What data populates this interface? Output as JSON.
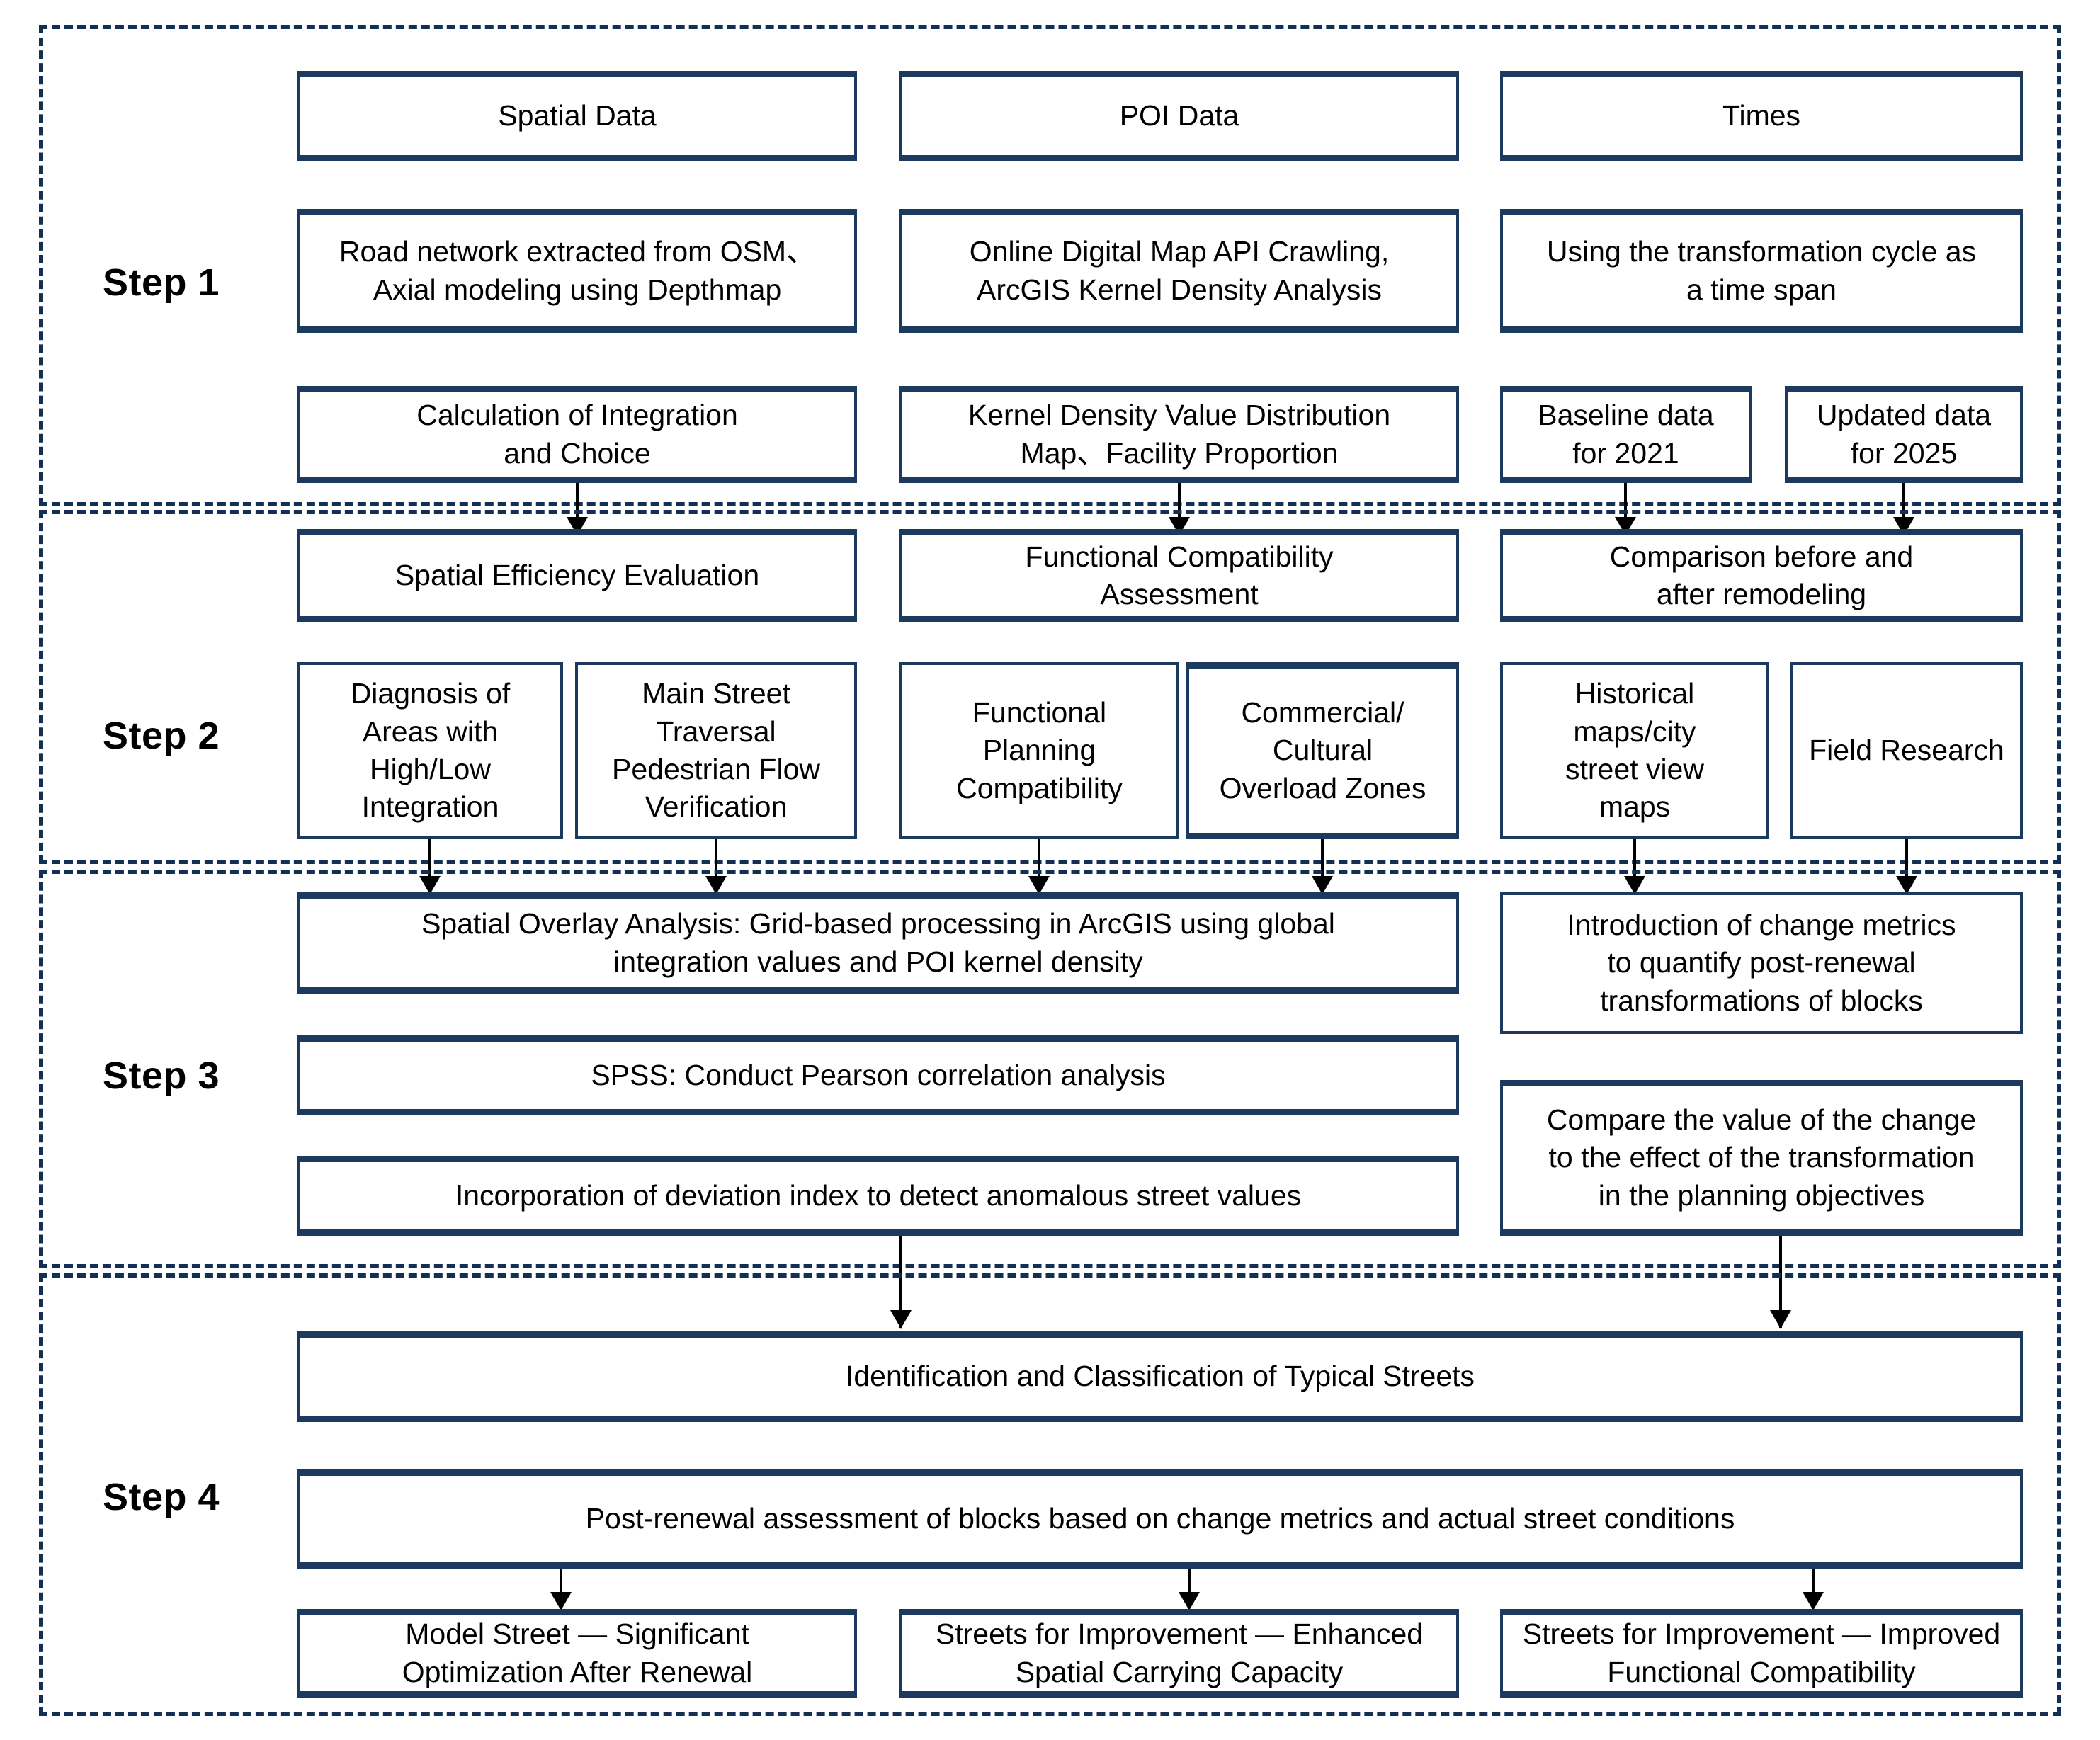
{
  "diagram": {
    "title": "Four-step research methodology flowchart",
    "accent_color": "#1b3a5e",
    "frame_color": "#123055",
    "connector_color": "#000000"
  },
  "steps": [
    {
      "id": "step1",
      "label": "Step 1",
      "columns": [
        {
          "header": "Spatial Data",
          "method": "Road network extracted from OSM、\nAxial modeling using Depthmap",
          "outputs": [
            "Calculation of Integration\nand Choice"
          ]
        },
        {
          "header": "POI Data",
          "method": "Online Digital Map API Crawling,\nArcGIS Kernel Density Analysis",
          "outputs": [
            "Kernel Density Value Distribution\nMap、Facility Proportion"
          ]
        },
        {
          "header": "Times",
          "method": "Using the transformation cycle as\na time span",
          "outputs": [
            "Baseline data\nfor 2021",
            "Updated data\nfor 2025"
          ]
        }
      ]
    },
    {
      "id": "step2",
      "label": "Step 2",
      "columns": [
        {
          "header": "Spatial Efficiency Evaluation",
          "outputs": [
            "Diagnosis of\nAreas with\nHigh/Low\nIntegration",
            "Main Street\nTraversal\nPedestrian Flow\nVerification"
          ]
        },
        {
          "header": "Functional Compatibility\nAssessment",
          "outputs": [
            "Functional\nPlanning\nCompatibility",
            "Commercial/\nCultural\nOverload Zones"
          ]
        },
        {
          "header": "Comparison before and\nafter remodeling",
          "outputs": [
            "Historical\nmaps/city\nstreet view\nmaps",
            "Field Research"
          ]
        }
      ]
    },
    {
      "id": "step3",
      "label": "Step 3",
      "left_boxes": [
        "Spatial Overlay Analysis: Grid-based processing in ArcGIS using global\nintegration values and POI kernel density",
        "SPSS: Conduct Pearson correlation analysis",
        "Incorporation of deviation index to detect anomalous street values"
      ],
      "right_boxes": [
        "Introduction of change metrics\nto quantify post-renewal\ntransformations of blocks",
        "Compare the value of the change\nto the effect of the transformation\nin the planning objectives"
      ]
    },
    {
      "id": "step4",
      "label": "Step 4",
      "classification": "Identification and Classification of Typical Streets",
      "assessment": "Post-renewal assessment of blocks based on change metrics and actual street conditions",
      "results": [
        "Model Street — Significant\nOptimization After Renewal",
        "Streets for Improvement — Enhanced\nSpatial Carrying Capacity",
        "Streets for Improvement — Improved\nFunctional Compatibility"
      ]
    }
  ]
}
